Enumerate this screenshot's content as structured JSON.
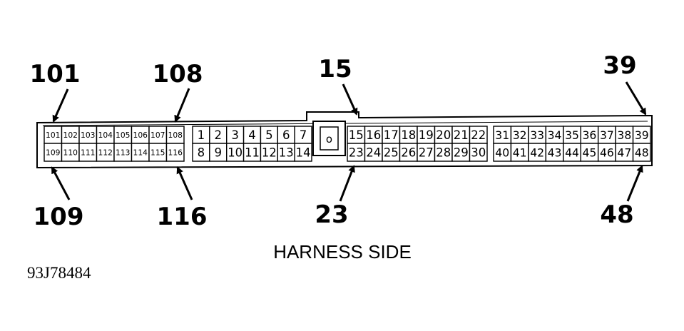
{
  "connector": {
    "caption": "HARNESS SIDE",
    "figure_id": "93J78484",
    "key_symbol": "o",
    "groups": [
      {
        "name": "pins-101-116",
        "top": [
          "101",
          "102",
          "103",
          "104",
          "105",
          "106",
          "107",
          "108"
        ],
        "bottom": [
          "109",
          "110",
          "111",
          "112",
          "113",
          "114",
          "115",
          "116"
        ]
      },
      {
        "name": "pins-1-14",
        "top": [
          "1",
          "2",
          "3",
          "4",
          "5",
          "6",
          "7"
        ],
        "bottom": [
          "8",
          "9",
          "10",
          "11",
          "12",
          "13",
          "14"
        ]
      },
      {
        "name": "pins-15-30",
        "top": [
          "15",
          "16",
          "17",
          "18",
          "19",
          "20",
          "21",
          "22"
        ],
        "bottom": [
          "23",
          "24",
          "25",
          "26",
          "27",
          "28",
          "29",
          "30"
        ]
      },
      {
        "name": "pins-31-48",
        "top": [
          "31",
          "32",
          "33",
          "34",
          "35",
          "36",
          "37",
          "38",
          "39"
        ],
        "bottom": [
          "40",
          "41",
          "42",
          "43",
          "44",
          "45",
          "46",
          "47",
          "48"
        ]
      }
    ],
    "callouts": [
      {
        "label": "101"
      },
      {
        "label": "108"
      },
      {
        "label": "15"
      },
      {
        "label": "39"
      },
      {
        "label": "109"
      },
      {
        "label": "116"
      },
      {
        "label": "23"
      },
      {
        "label": "48"
      }
    ]
  }
}
